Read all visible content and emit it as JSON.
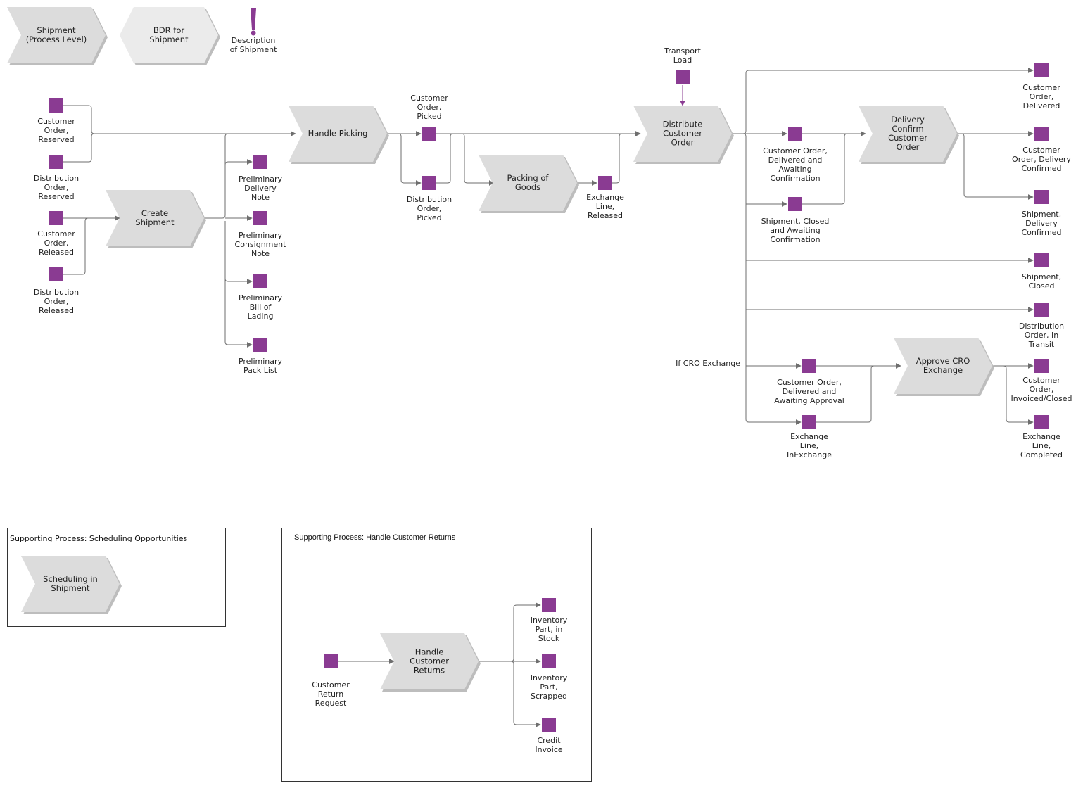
{
  "colors": {
    "process_fill": "#dcdcdc",
    "process_light_fill": "#ebebeb",
    "process_shadow": "#bdbdbd",
    "event_fill": "#8a3b92",
    "connector": "#6e6e6e",
    "box_border": "#333333"
  },
  "legend": {
    "shipment_process_level": [
      "Shipment",
      "(Process Level)"
    ],
    "bdr_for_shipment": [
      "BDR for",
      "Shipment"
    ],
    "description_of_shipment": [
      "Description",
      "of Shipment"
    ],
    "description_icon": "exclamation-icon"
  },
  "processes": {
    "handle_picking": [
      "Handle Picking"
    ],
    "create_shipment": [
      "Create",
      "Shipment"
    ],
    "packing_of_goods": [
      "Packing of",
      "Goods"
    ],
    "distribute_customer_order": [
      "Distribute",
      "Customer",
      "Order"
    ],
    "delivery_confirm_customer_order": [
      "Delivery",
      "Confirm",
      "Customer",
      "Order"
    ],
    "approve_cro_exchange": [
      "Approve CRO",
      "Exchange"
    ]
  },
  "events": {
    "customer_order_reserved": [
      "Customer",
      "Order,",
      "Reserved"
    ],
    "distribution_order_reserved": [
      "Distribution",
      "Order,",
      "Reserved"
    ],
    "customer_order_released": [
      "Customer",
      "Order,",
      "Released"
    ],
    "distribution_order_released": [
      "Distribution",
      "Order,",
      "Released"
    ],
    "preliminary_delivery_note": [
      "Preliminary",
      "Delivery",
      "Note"
    ],
    "preliminary_consignment_note": [
      "Preliminary",
      "Consignment",
      "Note"
    ],
    "preliminary_bill_of_lading": [
      "Preliminary",
      "Bill of",
      "Lading"
    ],
    "preliminary_pack_list": [
      "Preliminary",
      "Pack List"
    ],
    "customer_order_picked": [
      "Customer",
      "Order,",
      "Picked"
    ],
    "distribution_order_picked": [
      "Distribution",
      "Order,",
      "Picked"
    ],
    "exchange_line_released": [
      "Exchange",
      "Line,",
      "Released"
    ],
    "transport_load": [
      "Transport",
      "Load"
    ],
    "customer_order_delivered_awaiting_confirmation": [
      "Customer Order,",
      "Delivered and",
      "Awaiting",
      "Confirmation"
    ],
    "shipment_closed_awaiting_confirmation": [
      "Shipment, Closed",
      "and Awaiting",
      "Confirmation"
    ],
    "customer_order_delivered": [
      "Customer",
      "Order,",
      "Delivered"
    ],
    "customer_order_delivery_confirmed": [
      "Customer",
      "Order, Delivery",
      "Confirmed"
    ],
    "shipment_delivery_confirmed": [
      "Shipment,",
      "Delivery",
      "Confirmed"
    ],
    "shipment_closed": [
      "Shipment,",
      "Closed"
    ],
    "distribution_order_in_transit": [
      "Distribution",
      "Order, In",
      "Transit"
    ],
    "customer_order_delivered_awaiting_approval": [
      "Customer Order,",
      "Delivered and",
      "Awaiting Approval"
    ],
    "exchange_line_inexchange": [
      "Exchange",
      "Line,",
      "InExchange"
    ],
    "customer_order_invoiced_closed": [
      "Customer",
      "Order,",
      "Invoiced/Closed"
    ],
    "exchange_line_completed": [
      "Exchange",
      "Line,",
      "Completed"
    ]
  },
  "annotations": {
    "if_cro_exchange": "If CRO Exchange"
  },
  "supporting_scheduling": {
    "title": "Supporting Process: Scheduling Opportunities",
    "process": [
      "Scheduling in",
      "Shipment"
    ]
  },
  "supporting_returns": {
    "title": "Supporting Process: Handle Customer Returns",
    "process": [
      "Handle",
      "Customer",
      "Returns"
    ],
    "events": {
      "customer_return_request": [
        "Customer",
        "Return",
        "Request"
      ],
      "inventory_part_in_stock": [
        "Inventory",
        "Part, in",
        "Stock"
      ],
      "inventory_part_scrapped": [
        "Inventory",
        "Part,",
        "Scrapped"
      ],
      "credit_invoice": [
        "Credit",
        "Invoice"
      ]
    }
  }
}
